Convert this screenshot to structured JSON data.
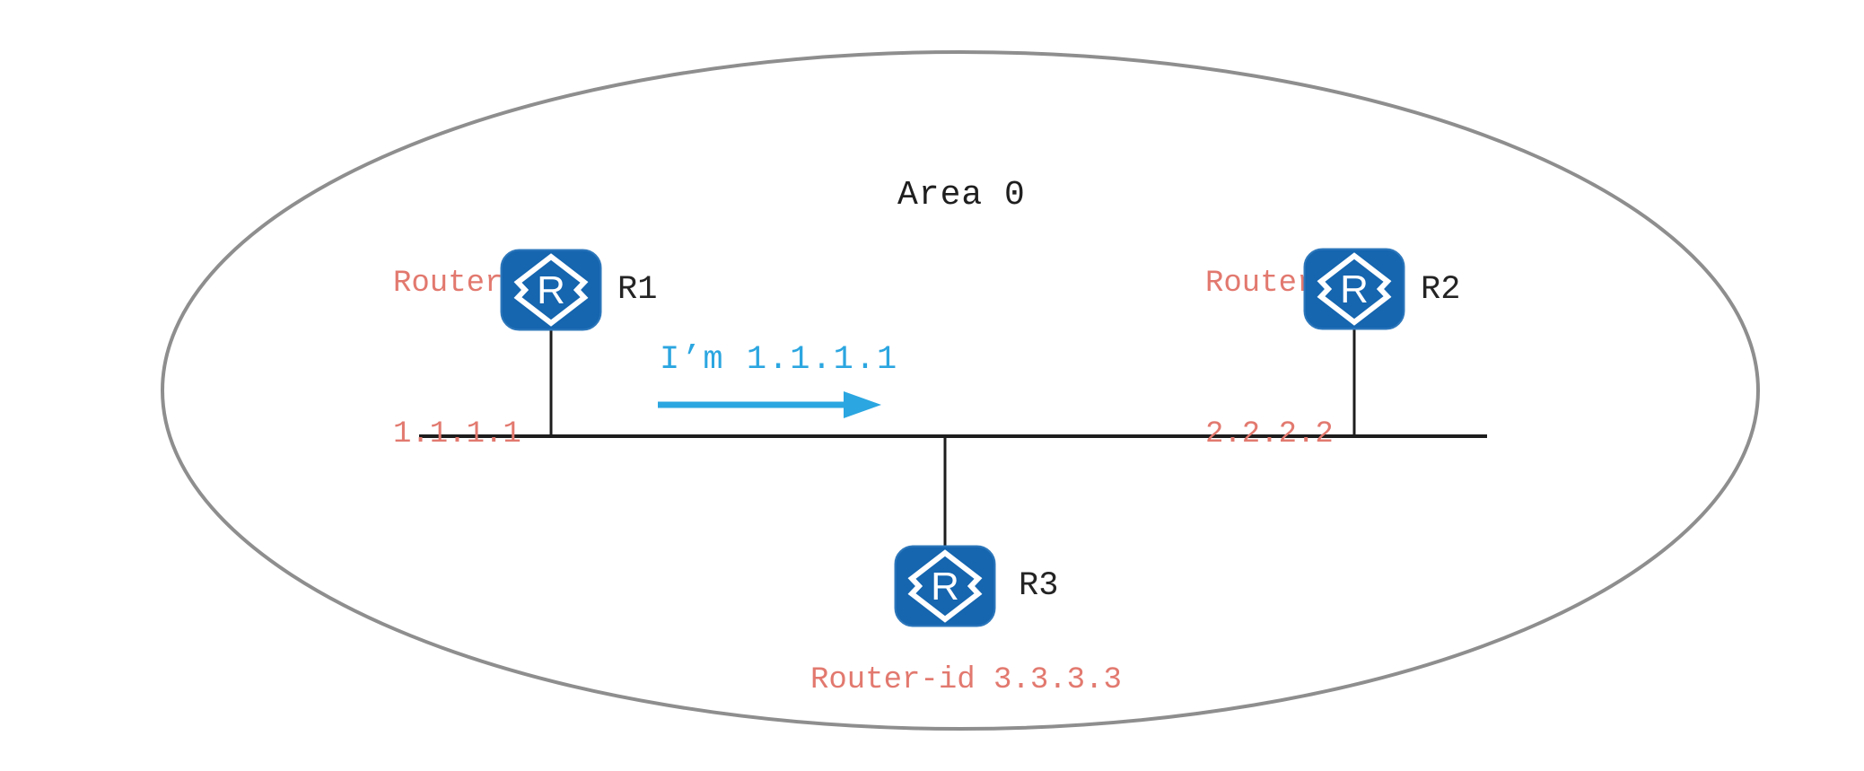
{
  "area": {
    "label": "Area 0"
  },
  "routers": {
    "r1": {
      "label": "R1",
      "caption_line1": "Router-id",
      "caption_line2": "1.1.1.1",
      "glyph": "R"
    },
    "r2": {
      "label": "R2",
      "caption_line1": "Router-id",
      "caption_line2": "2.2.2.2",
      "glyph": "R"
    },
    "r3": {
      "label": "R3",
      "caption": "Router-id 3.3.3.3",
      "glyph": "R"
    }
  },
  "message": {
    "label": "I’m 1.1.1.1",
    "direction": "right"
  },
  "colors": {
    "router_blue": "#1565af",
    "caption_salmon": "#e2796f",
    "message_blue": "#2ba6e0",
    "ellipse_gray": "#8e8e8e",
    "line_black": "#1d1d1d"
  }
}
